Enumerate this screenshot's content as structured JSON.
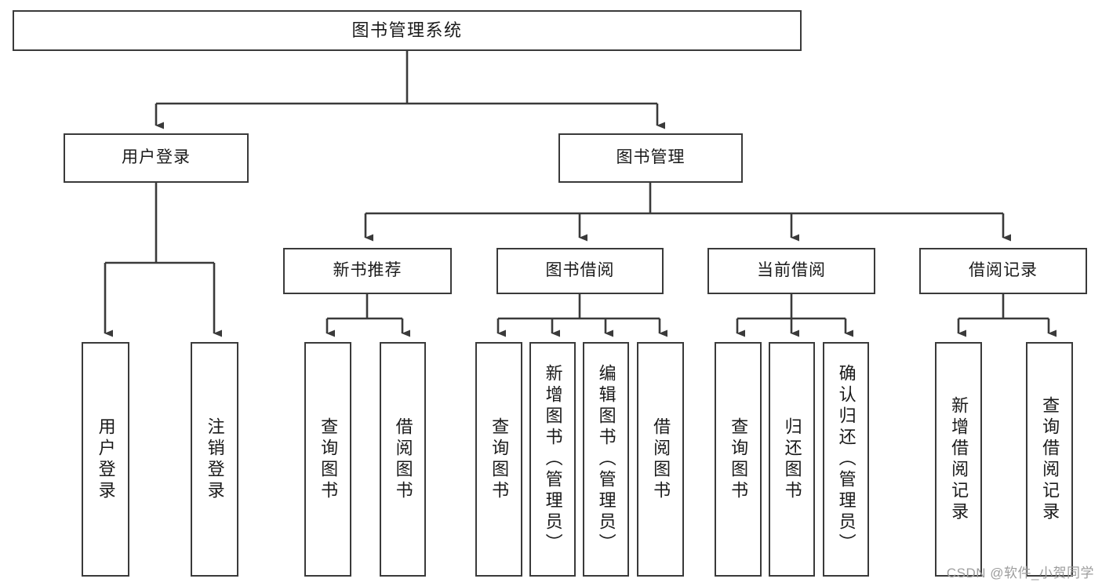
{
  "diagram": {
    "title": "图书管理系统",
    "type": "tree",
    "watermark": "CSDN @软件_小贺同学",
    "stroke_color": "#3a3a3a",
    "fill_color": "#ffffff",
    "text_color": "#1a1a1a",
    "watermark_color": "#9d9d9d"
  },
  "nodes": {
    "root": {
      "label": "图书管理系统"
    },
    "level2": [
      {
        "label": "用户登录"
      },
      {
        "label": "图书管理"
      }
    ],
    "level3": [
      {
        "label": "新书推荐"
      },
      {
        "label": "图书借阅"
      },
      {
        "label": "当前借阅"
      },
      {
        "label": "借阅记录"
      }
    ],
    "leaves": {
      "user_login": [
        {
          "label": "用户登录"
        },
        {
          "label": "注销登录"
        }
      ],
      "new_book": [
        {
          "label": "查询图书"
        },
        {
          "label": "借阅图书"
        }
      ],
      "borrow": [
        {
          "label": "查询图书"
        },
        {
          "label": "新增图书（管理员）"
        },
        {
          "label": "编辑图书（管理员）"
        },
        {
          "label": "借阅图书"
        }
      ],
      "current": [
        {
          "label": "查询图书"
        },
        {
          "label": "归还图书"
        },
        {
          "label": "确认归还（管理员）"
        }
      ],
      "records": [
        {
          "label": "新增借阅记录"
        },
        {
          "label": "查询借阅记录"
        }
      ]
    }
  }
}
